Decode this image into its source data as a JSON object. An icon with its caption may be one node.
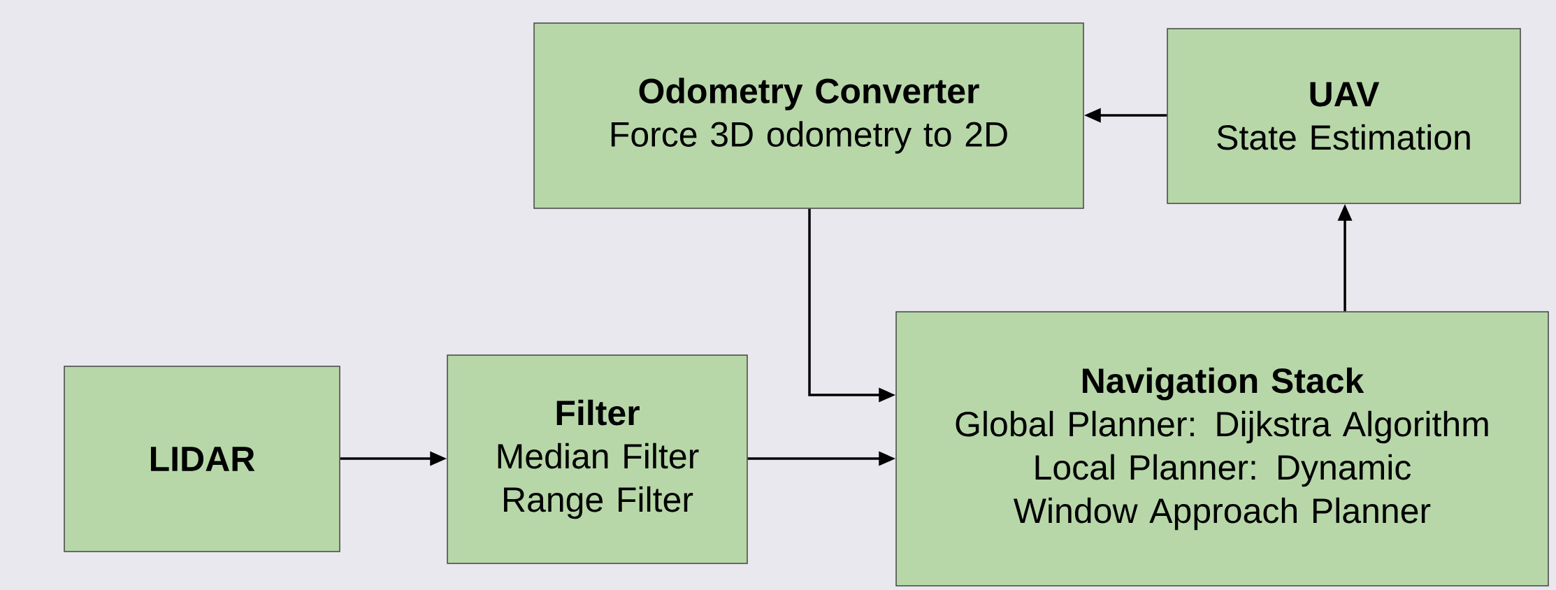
{
  "diagram": {
    "nodes": [
      {
        "text": [
          "Odometry Converter",
          "Force 3D odometry to 2D"
        ]
      },
      {
        "text": [
          "UAV",
          "State Estimation"
        ]
      },
      {
        "text": [
          "LIDAR"
        ]
      },
      {
        "text": [
          "Filter",
          "Median Filter Range Filter"
        ]
      },
      {
        "text": [
          "Navigation Stack",
          "Global Planner: Dijkstra Algorithm",
          "Local Planner: Dynamic Window Approach Planner"
        ]
      }
    ],
    "edges": [
      {
        "from": 1,
        "to": 0,
        "arrow": "to"
      },
      {
        "from": 4,
        "to": 1,
        "arrow": "to"
      },
      {
        "from": 0,
        "to": 4,
        "arrow": "to"
      },
      {
        "from": 2,
        "to": 3,
        "arrow": "to"
      },
      {
        "from": 3,
        "to": 4,
        "arrow": "to"
      }
    ]
  }
}
